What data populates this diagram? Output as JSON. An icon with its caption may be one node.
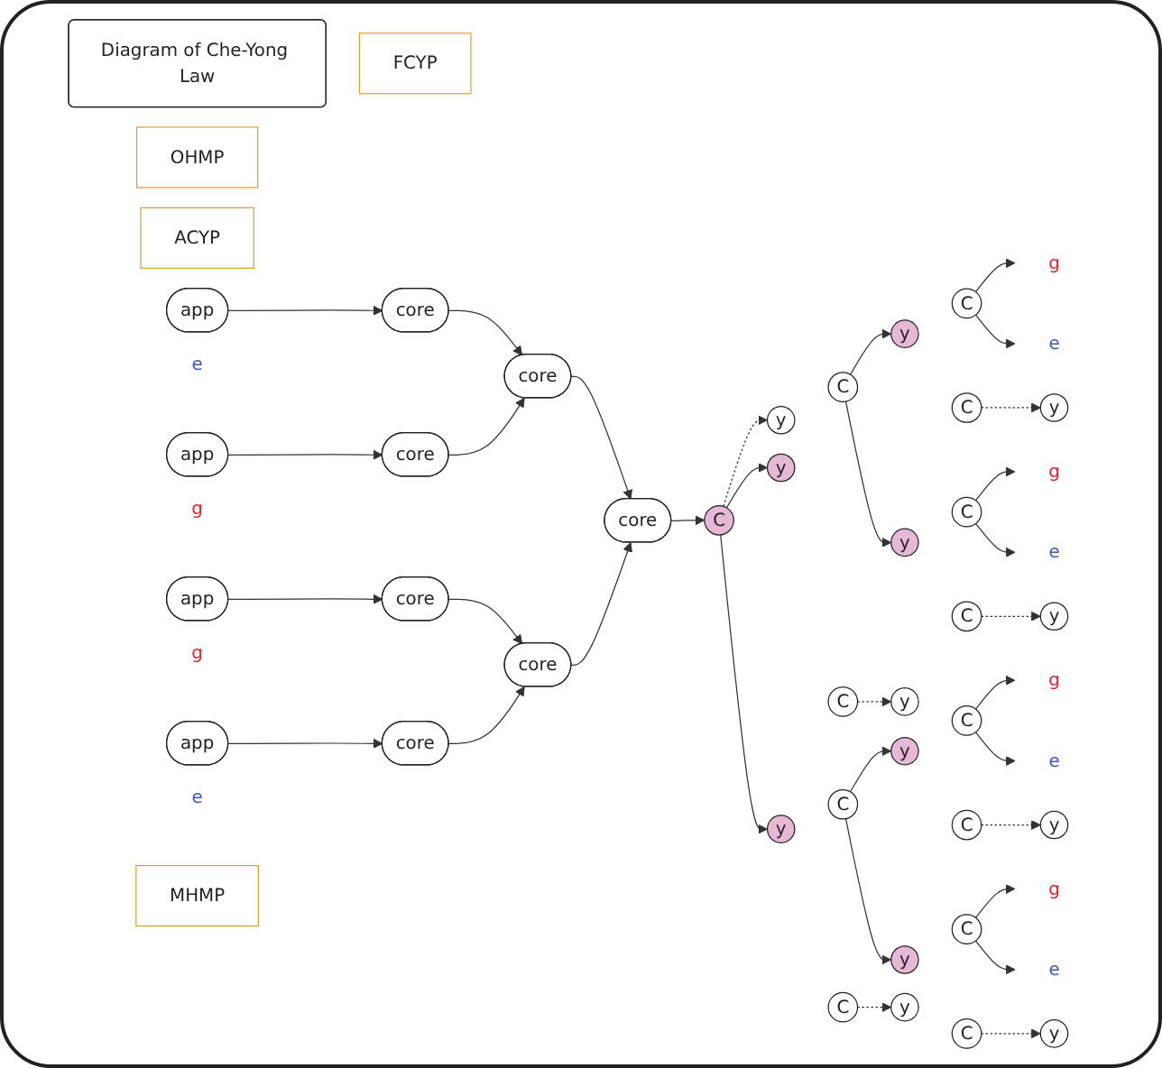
{
  "diagram": {
    "nodes": [
      {
        "text": [
          "Diagram of Che-Yong Law"
        ]
      },
      {
        "text": [
          "FCYP"
        ]
      },
      {
        "text": [
          "y"
        ]
      },
      {
        "text": [
          "C"
        ]
      },
      {
        "text": [
          "g"
        ]
      },
      {
        "text": [
          "e"
        ]
      },
      {
        "text": [
          "C"
        ]
      },
      {
        "text": [
          "y"
        ]
      },
      {
        "text": [
          "y"
        ]
      },
      {
        "text": [
          "C"
        ]
      },
      {
        "text": [
          "C"
        ]
      },
      {
        "text": [
          "y"
        ]
      },
      {
        "text": [
          "y"
        ]
      },
      {
        "text": [
          "C"
        ]
      },
      {
        "text": [
          "g"
        ]
      },
      {
        "text": [
          "e"
        ]
      },
      {
        "text": [
          "C"
        ]
      },
      {
        "text": [
          "y"
        ]
      },
      {
        "text": [
          "core"
        ]
      },
      {
        "text": [
          "C"
        ]
      },
      {
        "text": [
          "y"
        ]
      },
      {
        "text": [
          "core"
        ]
      },
      {
        "text": [
          "core"
        ]
      },
      {
        "text": [
          "y"
        ]
      },
      {
        "text": [
          "C"
        ]
      },
      {
        "text": [
          "g"
        ]
      },
      {
        "text": [
          "e"
        ]
      },
      {
        "text": [
          "C"
        ]
      },
      {
        "text": [
          "y"
        ]
      },
      {
        "text": [
          "OHMP"
        ]
      },
      {
        "text": [
          "core"
        ]
      },
      {
        "text": [
          "core"
        ]
      },
      {
        "text": [
          "core"
        ]
      },
      {
        "text": [
          "core"
        ]
      },
      {
        "text": [
          "y"
        ]
      },
      {
        "text": [
          "C"
        ]
      },
      {
        "text": [
          "C"
        ]
      },
      {
        "text": [
          "y"
        ]
      },
      {
        "text": [
          "ACYP"
        ]
      },
      {
        "text": [
          "y"
        ]
      },
      {
        "text": [
          "C"
        ]
      },
      {
        "text": [
          "g"
        ]
      },
      {
        "text": [
          "e"
        ]
      },
      {
        "text": [
          "C"
        ]
      },
      {
        "text": [
          "y"
        ]
      },
      {
        "text": [
          "app"
        ],
        "beside": [
          "e"
        ]
      },
      {
        "text": [
          "app"
        ],
        "beside": [
          "g"
        ]
      },
      {
        "text": [
          "app"
        ],
        "beside": [
          "g"
        ]
      },
      {
        "text": [
          "app"
        ],
        "beside": [
          "e"
        ]
      },
      {
        "text": [
          "MHMP"
        ]
      }
    ],
    "edges": [
      {
        "from": 18,
        "to": 19,
        "arrow": "to"
      },
      {
        "from": 19,
        "to": 20,
        "arrow": "to",
        "style": "dashed"
      },
      {
        "from": 19,
        "to": 8,
        "arrow": "to"
      },
      {
        "from": 19,
        "to": 34,
        "arrow": "to"
      },
      {
        "from": 9,
        "to": 2,
        "arrow": "to"
      },
      {
        "from": 9,
        "to": 12,
        "arrow": "to"
      },
      {
        "from": 35,
        "to": 23,
        "arrow": "to"
      },
      {
        "from": 35,
        "to": 39,
        "arrow": "to"
      },
      {
        "from": 3,
        "to": 4,
        "arrow": "to"
      },
      {
        "from": 3,
        "to": 5,
        "arrow": "to"
      },
      {
        "from": 13,
        "to": 14,
        "arrow": "to"
      },
      {
        "from": 13,
        "to": 15,
        "arrow": "to"
      },
      {
        "from": 24,
        "to": 25,
        "arrow": "to"
      },
      {
        "from": 24,
        "to": 26,
        "arrow": "to"
      },
      {
        "from": 40,
        "to": 41,
        "arrow": "to"
      },
      {
        "from": 40,
        "to": 42,
        "arrow": "to"
      },
      {
        "from": 6,
        "to": 7,
        "arrow": "to",
        "style": "dashed"
      },
      {
        "from": 10,
        "to": 11,
        "arrow": "to",
        "style": "dashed"
      },
      {
        "from": 16,
        "to": 17,
        "arrow": "to",
        "style": "dashed"
      },
      {
        "from": 27,
        "to": 28,
        "arrow": "to",
        "style": "dashed"
      },
      {
        "from": 36,
        "to": 37,
        "arrow": "to",
        "style": "dashed"
      },
      {
        "from": 43,
        "to": 44,
        "arrow": "to",
        "style": "dashed"
      },
      {
        "from": 21,
        "to": 18,
        "arrow": "to"
      },
      {
        "from": 22,
        "to": 18,
        "arrow": "to"
      },
      {
        "from": 30,
        "to": 21,
        "arrow": "to"
      },
      {
        "from": 31,
        "to": 21,
        "arrow": "to"
      },
      {
        "from": 32,
        "to": 22,
        "arrow": "to"
      },
      {
        "from": 33,
        "to": 22,
        "arrow": "to"
      },
      {
        "from": 45,
        "to": 30,
        "arrow": "to"
      },
      {
        "from": 46,
        "to": 31,
        "arrow": "to"
      },
      {
        "from": 47,
        "to": 32,
        "arrow": "to"
      },
      {
        "from": 48,
        "to": 33,
        "arrow": "to"
      }
    ]
  }
}
